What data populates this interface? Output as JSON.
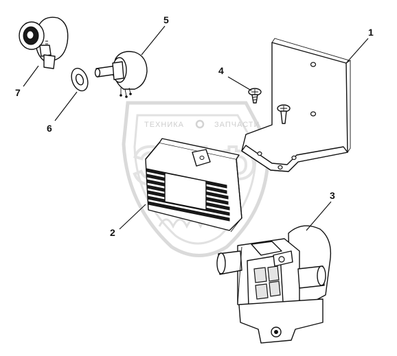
{
  "watermark": {
    "left_word": "ТЕХНИКА",
    "right_word": "ЗАПЧАСТИ",
    "logo_letters": "ЭПФ"
  },
  "callouts": [
    {
      "id": "1",
      "label": "1"
    },
    {
      "id": "2",
      "label": "2"
    },
    {
      "id": "3",
      "label": "3"
    },
    {
      "id": "4",
      "label": "4"
    },
    {
      "id": "5",
      "label": "5"
    },
    {
      "id": "6",
      "label": "6"
    },
    {
      "id": "7",
      "label": "7"
    }
  ]
}
